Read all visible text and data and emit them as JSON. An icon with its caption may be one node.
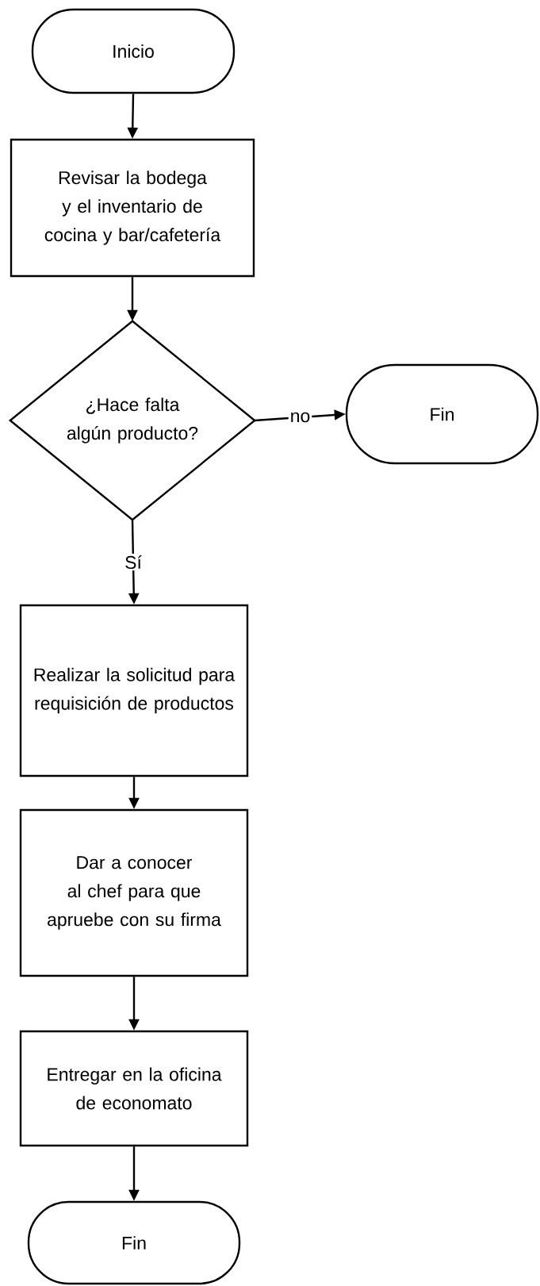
{
  "diagram": {
    "nodes": [
      {
        "text": [
          "Inicio"
        ]
      },
      {
        "text": [
          "Revisar la bodega y el inventario de cocina y bar/cafetería"
        ]
      },
      {
        "text": [
          "¿Hace falta algún producto?"
        ]
      },
      {
        "text": [
          "Fin"
        ]
      },
      {
        "text": [
          "Realizar la solicitud para requisición de productos"
        ]
      },
      {
        "text": [
          "Dar a conocer al chef para que apruebe con su firma"
        ]
      },
      {
        "text": [
          "Entregar en la oficina de economato"
        ]
      },
      {
        "text": [
          "Fin"
        ]
      }
    ],
    "edges": [
      {
        "from": 0,
        "to": 1,
        "arrow": "to"
      },
      {
        "from": 1,
        "to": 2,
        "arrow": "to"
      },
      {
        "from": 2,
        "to": 3,
        "arrow": "to",
        "label": "no"
      },
      {
        "from": 2,
        "to": 4,
        "arrow": "to",
        "label": "Sí"
      },
      {
        "from": 4,
        "to": 5,
        "arrow": "to"
      },
      {
        "from": 5,
        "to": 6,
        "arrow": "to"
      },
      {
        "from": 6,
        "to": 7,
        "arrow": "to"
      }
    ]
  }
}
